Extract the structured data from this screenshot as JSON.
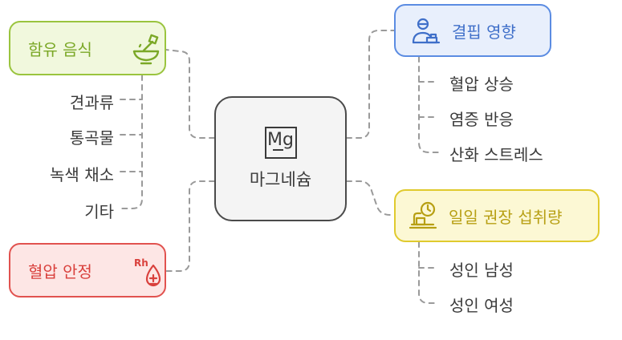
{
  "center": {
    "label": "마그네슘",
    "symbol": "Mg"
  },
  "food": {
    "label": "함유 음식",
    "icon": "mortar-bowl-icon",
    "color": "#9ac43e",
    "items": [
      "견과류",
      "통곡물",
      "녹색 채소",
      "기타"
    ]
  },
  "deficiency": {
    "label": "결핍 영향",
    "icon": "person-at-desk-icon",
    "color": "#5b8ce2",
    "items": [
      "혈압 상승",
      "염증 반응",
      "산화 스트레스"
    ]
  },
  "blood_pressure": {
    "label": "혈압 안정",
    "icon": "blood-drop-rh-icon",
    "icon_text": "Rh",
    "color": "#e1524f"
  },
  "recommended": {
    "label": "일일 권장 섭취량",
    "icon": "scale-icon",
    "color": "#e0ca2e",
    "items": [
      "성인 남성",
      "성인 여성"
    ]
  }
}
